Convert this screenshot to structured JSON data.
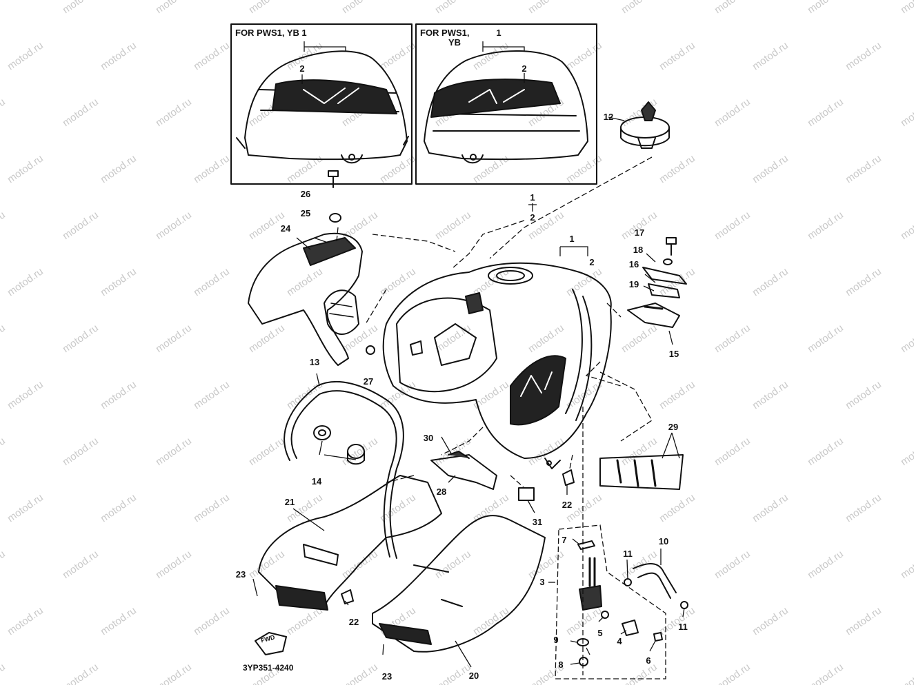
{
  "watermark": "motod.ru",
  "inset_left": {
    "label": "FOR PWS1, YB"
  },
  "inset_right": {
    "label_line1": "FOR PWS1,",
    "label_line2": "YB"
  },
  "drawing_code": "3YP351-4240",
  "fwd_label": "FWD",
  "callouts": {
    "c1": "1",
    "c2": "2",
    "c3": "3",
    "c4": "4",
    "c5": "5",
    "c6": "6",
    "c7": "7",
    "c8": "8",
    "c9": "9",
    "c10": "10",
    "c11": "11",
    "c12": "12",
    "c13": "13",
    "c14": "14",
    "c15": "15",
    "c16": "16",
    "c17": "17",
    "c18": "18",
    "c19": "19",
    "c20": "20",
    "c21": "21",
    "c22": "22",
    "c23": "23",
    "c24": "24",
    "c25": "25",
    "c26": "26",
    "c27": "27",
    "c28": "28",
    "c29": "29",
    "c30": "30",
    "c31": "31"
  },
  "colors": {
    "ink": "#111111",
    "watermark": "#c9c9c9"
  }
}
